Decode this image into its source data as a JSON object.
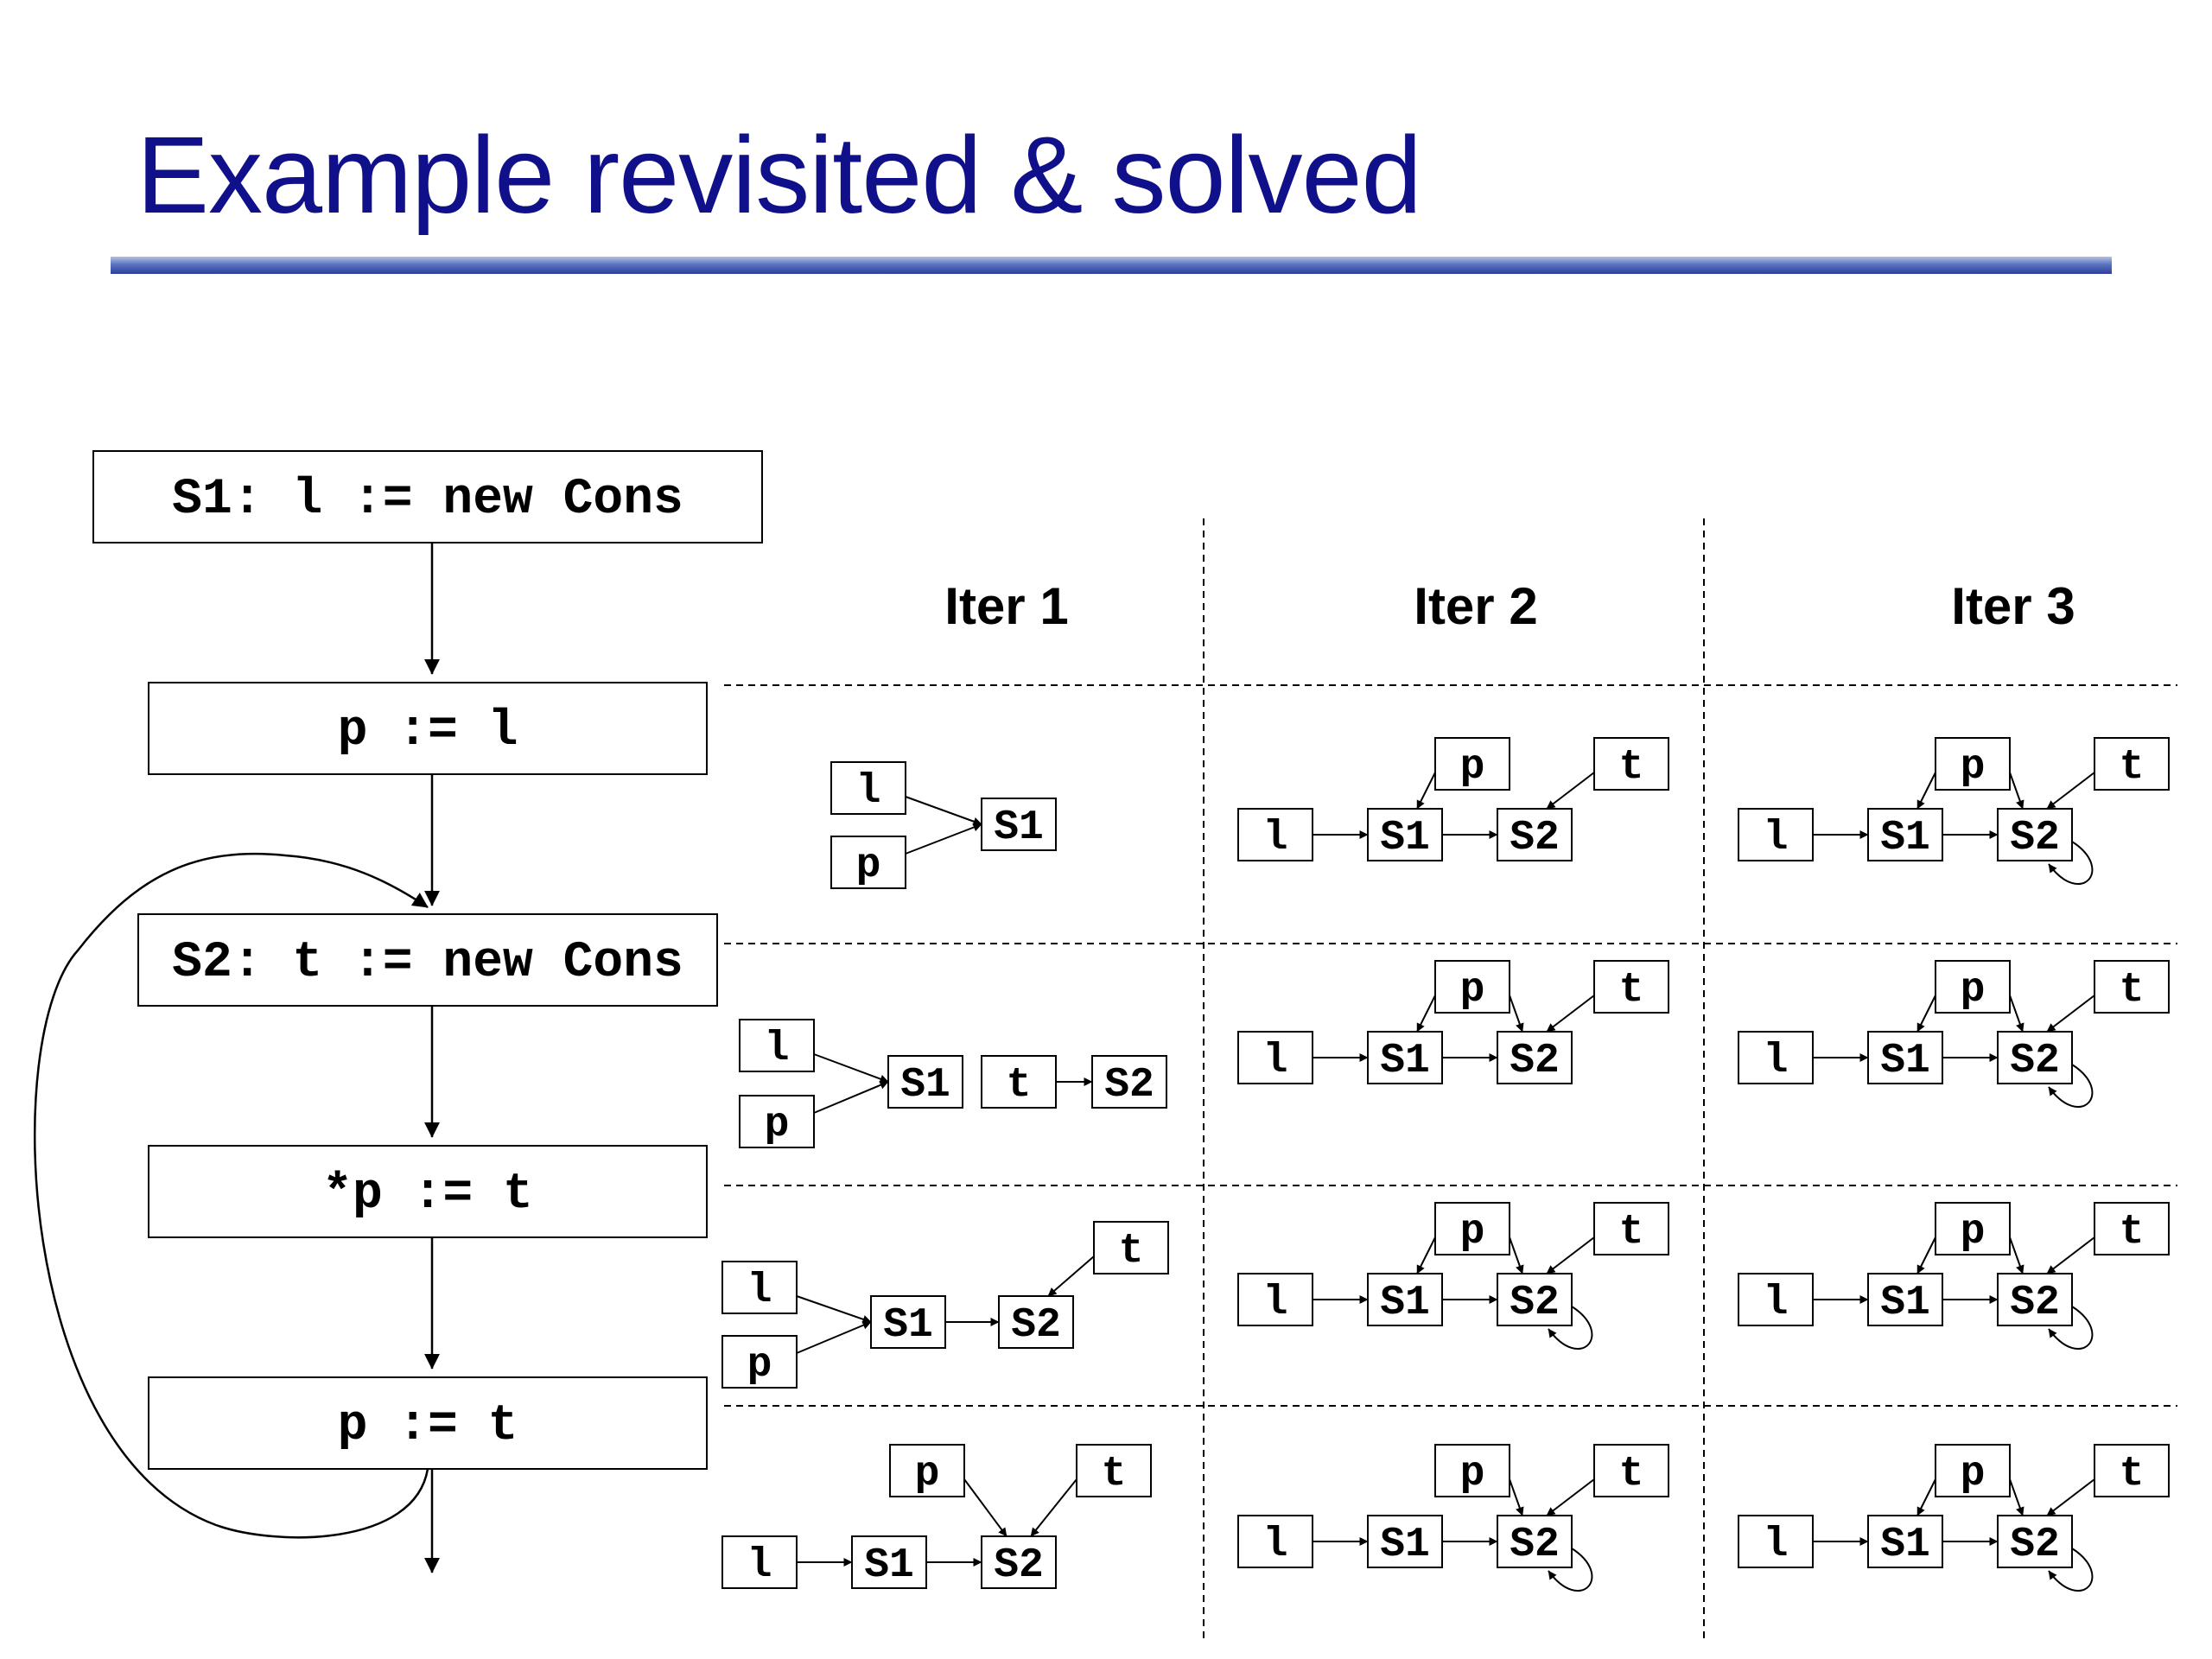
{
  "slide": {
    "title": "Example revisited & solved"
  },
  "cfg": {
    "statements": [
      "S1: l := new Cons",
      "p := l",
      "S2: t := new Cons",
      "*p := t",
      "p := t"
    ]
  },
  "table": {
    "columns": [
      "Iter 1",
      "Iter 2",
      "Iter 3"
    ],
    "cells": [
      [
        {
          "nodes": [
            "l",
            "p",
            "S1"
          ],
          "edges": [
            [
              "l",
              "S1"
            ],
            [
              "p",
              "S1"
            ]
          ],
          "self_loop": false
        },
        {
          "nodes": [
            "p",
            "t",
            "l",
            "S1",
            "S2"
          ],
          "edges": [
            [
              "p",
              "S1"
            ],
            [
              "t",
              "S2"
            ],
            [
              "l",
              "S1"
            ],
            [
              "S1",
              "S2"
            ]
          ],
          "self_loop": false
        },
        {
          "nodes": [
            "p",
            "t",
            "l",
            "S1",
            "S2"
          ],
          "edges": [
            [
              "p",
              "S1"
            ],
            [
              "p",
              "S2"
            ],
            [
              "t",
              "S2"
            ],
            [
              "l",
              "S1"
            ],
            [
              "S1",
              "S2"
            ]
          ],
          "self_loop": true
        }
      ],
      [
        {
          "nodes": [
            "l",
            "p",
            "S1",
            "t",
            "S2"
          ],
          "edges": [
            [
              "l",
              "S1"
            ],
            [
              "p",
              "S1"
            ],
            [
              "t",
              "S2"
            ]
          ],
          "self_loop": false
        },
        {
          "nodes": [
            "p",
            "t",
            "l",
            "S1",
            "S2"
          ],
          "edges": [
            [
              "p",
              "S1"
            ],
            [
              "p",
              "S2"
            ],
            [
              "t",
              "S2"
            ],
            [
              "l",
              "S1"
            ],
            [
              "S1",
              "S2"
            ]
          ],
          "self_loop": false
        },
        {
          "nodes": [
            "p",
            "t",
            "l",
            "S1",
            "S2"
          ],
          "edges": [
            [
              "p",
              "S1"
            ],
            [
              "p",
              "S2"
            ],
            [
              "t",
              "S2"
            ],
            [
              "l",
              "S1"
            ],
            [
              "S1",
              "S2"
            ]
          ],
          "self_loop": true
        }
      ],
      [
        {
          "nodes": [
            "t",
            "l",
            "p",
            "S1",
            "S2"
          ],
          "edges": [
            [
              "t",
              "S2"
            ],
            [
              "l",
              "S1"
            ],
            [
              "p",
              "S1"
            ],
            [
              "S1",
              "S2"
            ]
          ],
          "self_loop": false
        },
        {
          "nodes": [
            "p",
            "t",
            "l",
            "S1",
            "S2"
          ],
          "edges": [
            [
              "p",
              "S1"
            ],
            [
              "p",
              "S2"
            ],
            [
              "t",
              "S2"
            ],
            [
              "l",
              "S1"
            ],
            [
              "S1",
              "S2"
            ]
          ],
          "self_loop": true
        },
        {
          "nodes": [
            "p",
            "t",
            "l",
            "S1",
            "S2"
          ],
          "edges": [
            [
              "p",
              "S1"
            ],
            [
              "p",
              "S2"
            ],
            [
              "t",
              "S2"
            ],
            [
              "l",
              "S1"
            ],
            [
              "S1",
              "S2"
            ]
          ],
          "self_loop": true
        }
      ],
      [
        {
          "nodes": [
            "p",
            "t",
            "l",
            "S1",
            "S2"
          ],
          "edges": [
            [
              "p",
              "S2"
            ],
            [
              "t",
              "S2"
            ],
            [
              "l",
              "S1"
            ],
            [
              "S1",
              "S2"
            ]
          ],
          "self_loop": false
        },
        {
          "nodes": [
            "p",
            "t",
            "l",
            "S1",
            "S2"
          ],
          "edges": [
            [
              "p",
              "S2"
            ],
            [
              "t",
              "S2"
            ],
            [
              "l",
              "S1"
            ],
            [
              "S1",
              "S2"
            ]
          ],
          "self_loop": true
        },
        {
          "nodes": [
            "p",
            "t",
            "l",
            "S1",
            "S2"
          ],
          "edges": [
            [
              "p",
              "S1"
            ],
            [
              "p",
              "S2"
            ],
            [
              "t",
              "S2"
            ],
            [
              "l",
              "S1"
            ],
            [
              "S1",
              "S2"
            ]
          ],
          "self_loop": true
        }
      ]
    ]
  }
}
